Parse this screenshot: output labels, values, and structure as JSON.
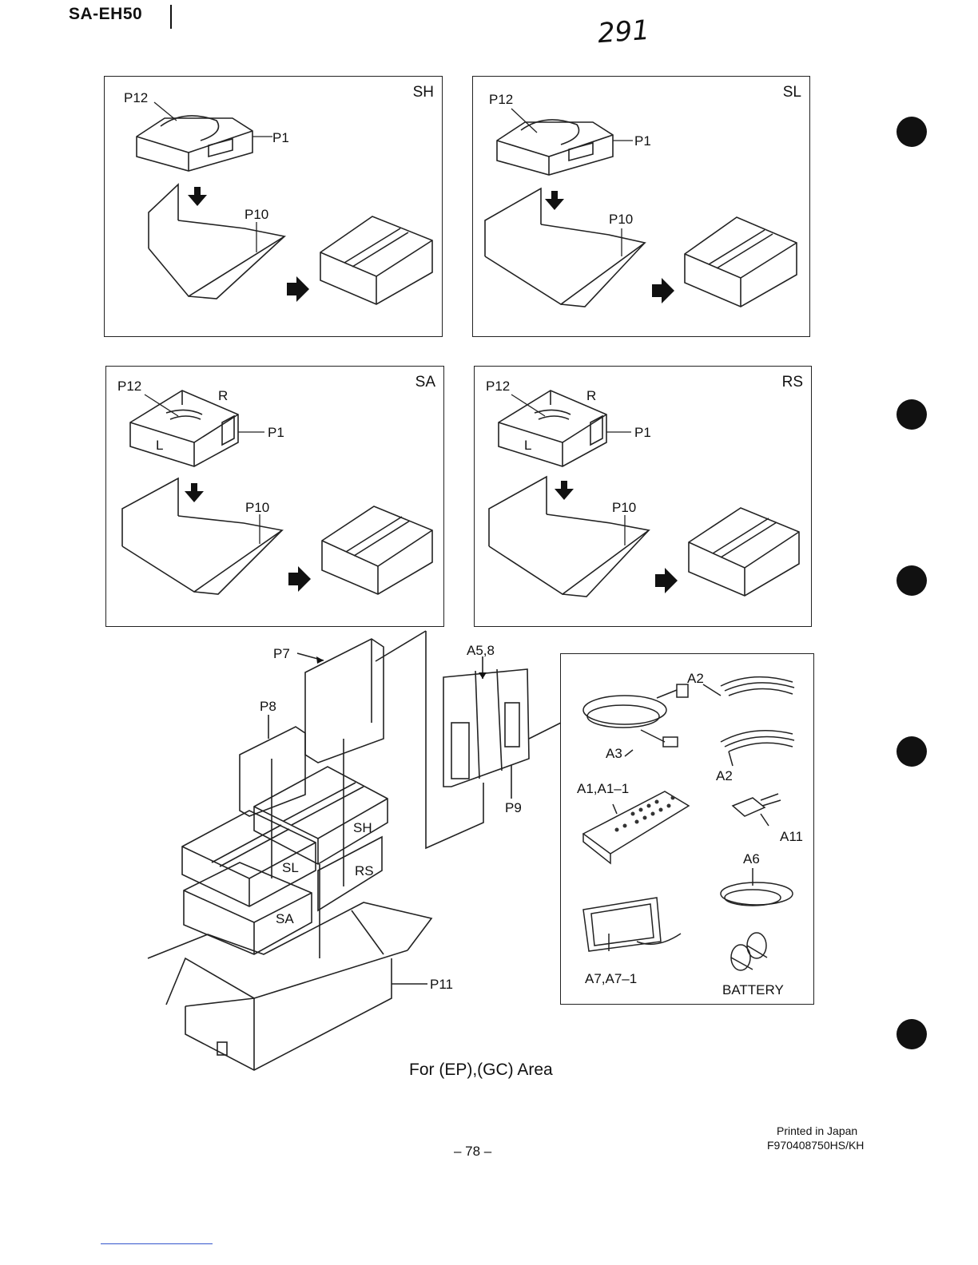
{
  "header": {
    "model": "SA-EH50",
    "handwritten_number": "291"
  },
  "panels": [
    {
      "corner": "SH",
      "labels": {
        "cushion": "P12",
        "unit": "P1",
        "sheet": "P10"
      }
    },
    {
      "corner": "SL",
      "labels": {
        "cushion": "P12",
        "unit": "P1",
        "sheet": "P10"
      }
    },
    {
      "corner": "SA",
      "labels": {
        "cushion": "P12",
        "unit": "P1",
        "sheet": "P10",
        "right": "R",
        "left": "L"
      }
    },
    {
      "corner": "RS",
      "labels": {
        "cushion": "P12",
        "unit": "P1",
        "sheet": "P10",
        "right": "R",
        "left": "L"
      }
    }
  ],
  "main": {
    "p7": "P7",
    "p8": "P8",
    "a58": "A5,8",
    "p9": "P9",
    "p11": "P11",
    "box_sh": "SH",
    "box_sl": "SL",
    "box_rs": "RS",
    "box_sa": "SA"
  },
  "accessories": {
    "a2_top": "A2",
    "a3": "A3",
    "a2_bottom": "A2",
    "a1": "A1,A1–1",
    "a11": "A11",
    "a6": "A6",
    "a7": "A7,A7–1",
    "battery": "BATTERY"
  },
  "footer": {
    "area": "For (EP),(GC) Area",
    "page_number": "– 78 –",
    "printed": "Printed in Japan",
    "code": "F970408750HS/KH"
  }
}
